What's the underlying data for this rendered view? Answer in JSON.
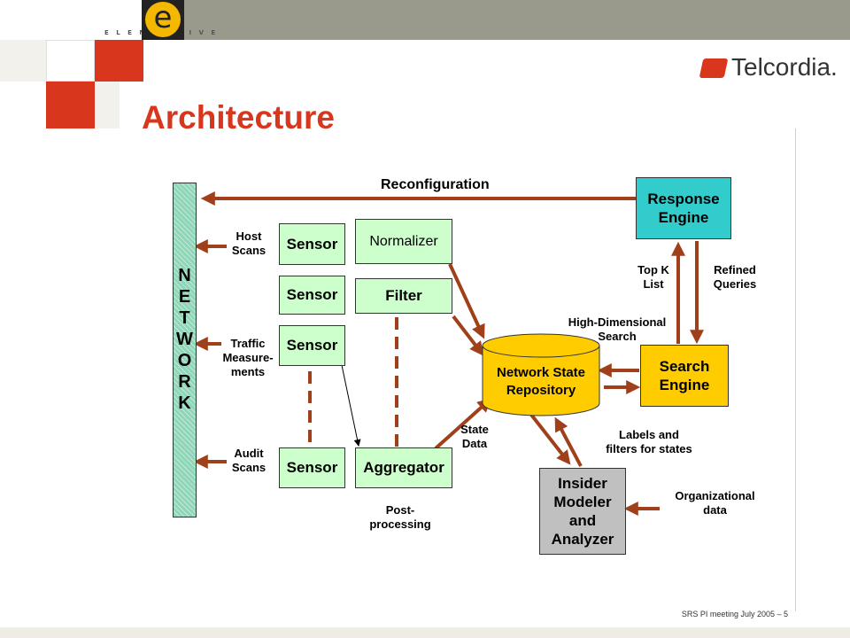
{
  "header": {
    "brand_word": "E L E M E N T I V E",
    "logo_letter": "e",
    "company": "Telcordia.",
    "accent_color": "#d9361e"
  },
  "title": "Architecture",
  "diagram": {
    "network_letters": [
      "N",
      "E",
      "T",
      "W",
      "O",
      "R",
      "K"
    ],
    "reconfiguration": "Reconfiguration",
    "inputs": {
      "host_scans": [
        "Host",
        "Scans"
      ],
      "traffic": [
        "Traffic",
        "Measure-",
        "ments"
      ],
      "audit_scans": [
        "Audit",
        "Scans"
      ]
    },
    "sensor": "Sensor",
    "normalizer": "Normalizer",
    "filter": "Filter",
    "aggregator": "Aggregator",
    "post_processing": [
      "Post-",
      "processing"
    ],
    "repository": [
      "Network State",
      "Repository"
    ],
    "state_data": [
      "State",
      "Data"
    ],
    "response_engine": [
      "Response",
      "Engine"
    ],
    "search_engine": [
      "Search",
      "Engine"
    ],
    "top_k": [
      "Top K",
      "List"
    ],
    "refined": [
      "Refined",
      "Queries"
    ],
    "high_dim": [
      "High-Dimensional",
      "Search"
    ],
    "labels_filters": [
      "Labels and",
      "filters for states"
    ],
    "insider": [
      "Insider",
      "Modeler",
      "and",
      "Analyzer"
    ],
    "org_data": [
      "Organizational",
      "data"
    ]
  },
  "footer": "SRS PI meeting July 2005 – 5",
  "colors": {
    "arrow": "#a0401a",
    "green": "#ccffcc",
    "cyan": "#33cccc",
    "yellow": "#ffcc00",
    "gray": "#c0c0c0"
  }
}
